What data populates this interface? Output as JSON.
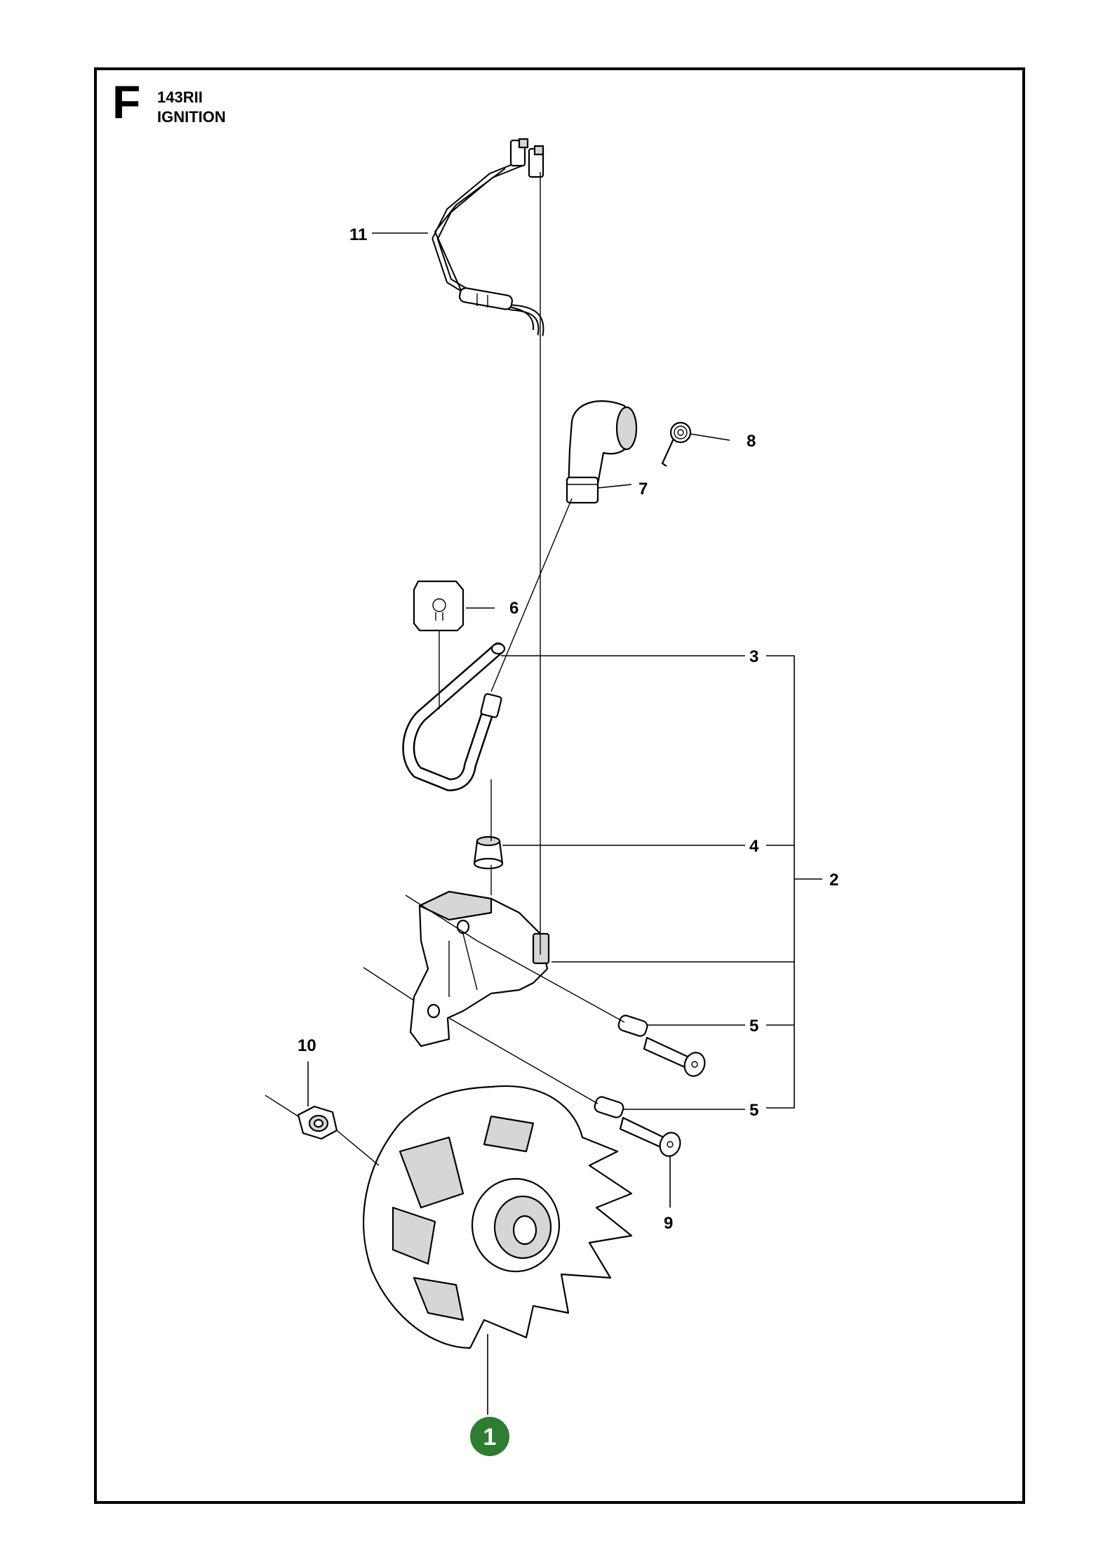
{
  "header": {
    "section_letter": "F",
    "model": "143RII",
    "title": "IGNITION"
  },
  "callouts": {
    "c1": "1",
    "c2": "2",
    "c3": "3",
    "c4": "4",
    "c5a": "5",
    "c5b": "5",
    "c6": "6",
    "c7": "7",
    "c8": "8",
    "c9": "9",
    "c10": "10",
    "c11": "11"
  },
  "colors": {
    "highlight_badge": "#2e7d32",
    "badge_text": "#ffffff",
    "line": "#000000"
  }
}
